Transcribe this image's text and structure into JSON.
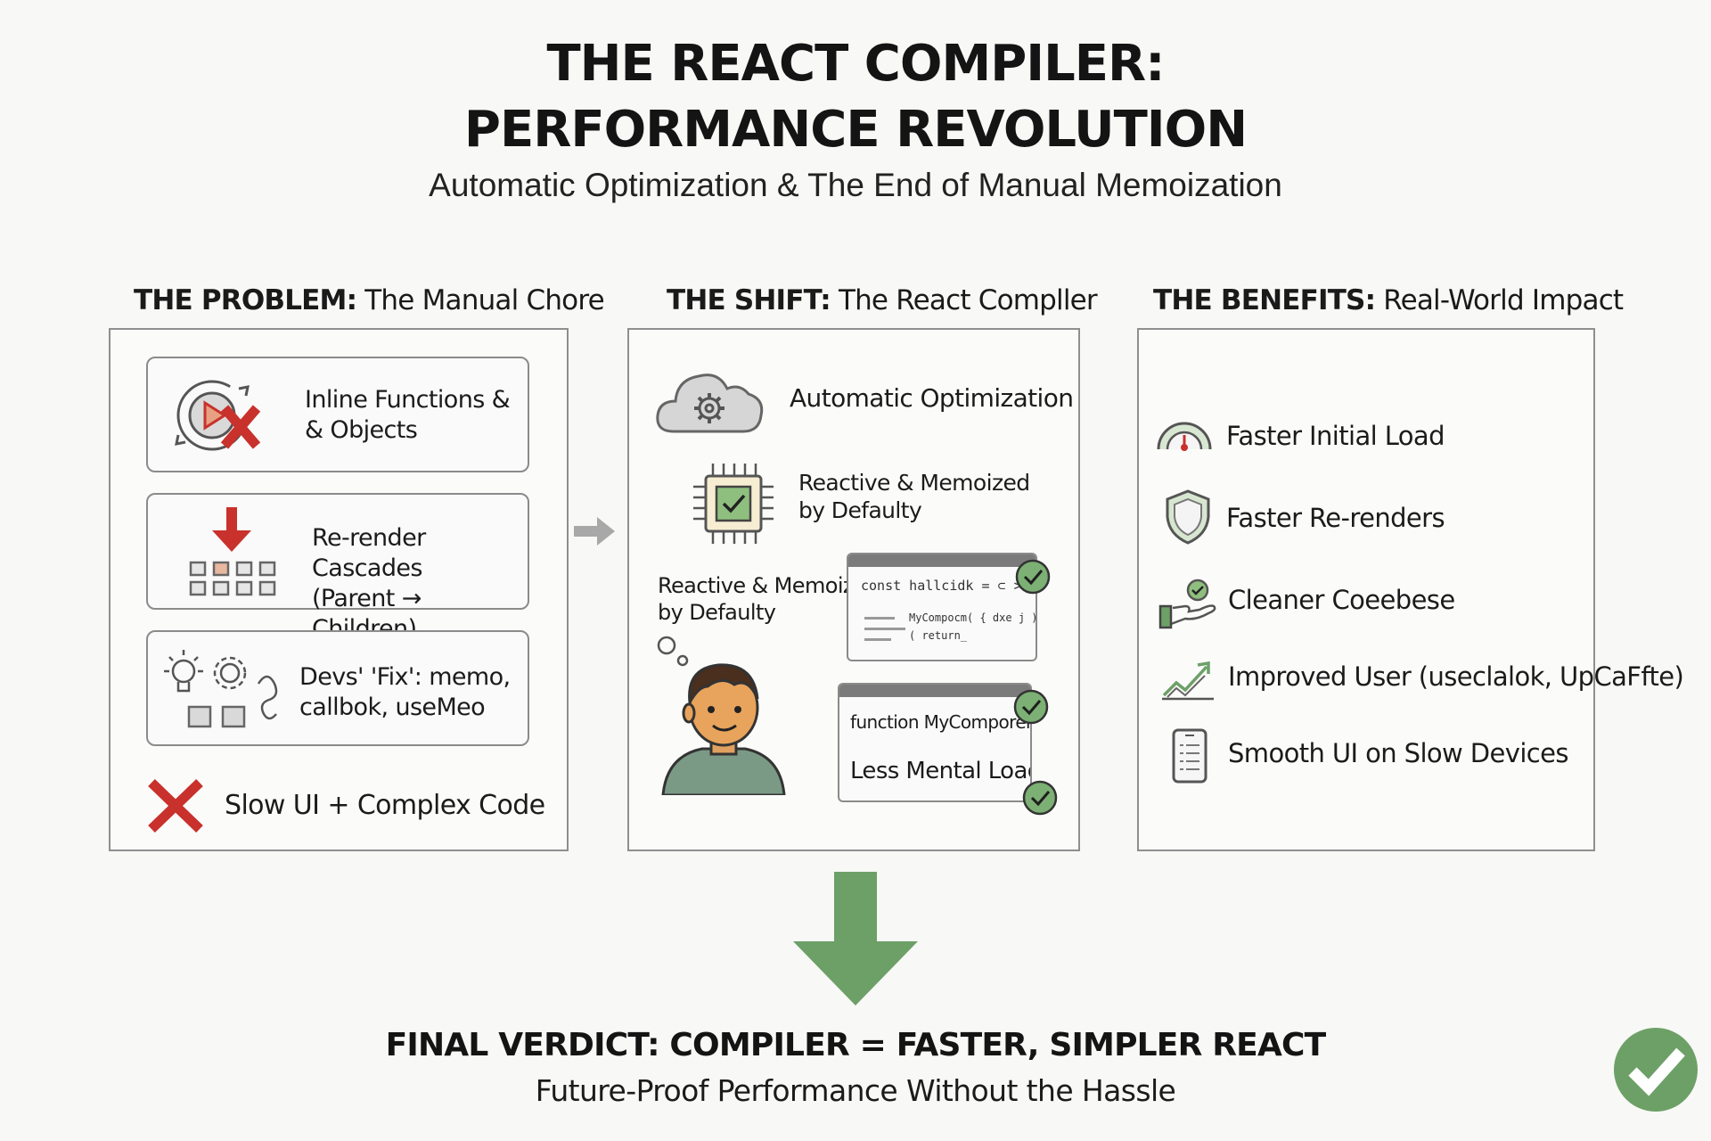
{
  "header": {
    "title_line1": "THE REACT COMPILER:",
    "title_line2": "PERFORMANCE REVOLUTION",
    "subtitle": "Automatic Optimization & The End of Manual Memoization"
  },
  "problem": {
    "heading_strong": "THE PROBLEM:",
    "heading_rest": " The Manual Chore",
    "cards": [
      {
        "line1": "Inline Functions &",
        "line2": "& Objects"
      },
      {
        "line1": "Re-render Cascades",
        "line2": "(Parent → Children)"
      },
      {
        "line1": "Devs' 'Fix': memo,",
        "line2": "callbok, useMeo"
      }
    ],
    "result": "Slow UI + Complex Code"
  },
  "shift": {
    "heading_strong": "THE SHIFT:",
    "heading_rest": " The React Compller",
    "auto_label": "Automatic Optimization",
    "chip_label_line1": "Reactive & Memoized",
    "chip_label_line2": "by Defaulty",
    "dev_label_line1": "Reactive & Memoized",
    "dev_label_line2": "by Defaulty",
    "code1_line1": "const hallcidk = ⊂ > { }",
    "code1_line2": "MyCompocm( { dxe j )",
    "code1_line3": "( return_",
    "code2_line1": "function MyComporent",
    "code2_line2": "Less Mental Load"
  },
  "benefits": {
    "heading_strong": "THE BENEFITS:",
    "heading_rest": " Real-World Impact",
    "items": [
      {
        "icon": "speedometer-icon",
        "label": "Faster Initial Load"
      },
      {
        "icon": "shield-icon",
        "label": "Faster Re-renders"
      },
      {
        "icon": "hand-check-icon",
        "label": "Cleaner Coeebese"
      },
      {
        "icon": "growth-chart-icon",
        "label": "Improved User (useclalok, UpCaFfte)"
      },
      {
        "icon": "mobile-device-icon",
        "label": "Smooth UI on Slow Devices"
      }
    ]
  },
  "verdict": {
    "title": "FINAL VERDICT: COMPILER = FASTER, SIMPLER REACT",
    "subtitle": "Future-Proof Performance Without the Hassle"
  },
  "colors": {
    "accent_red": "#c8312c",
    "accent_green": "#6da067",
    "arrow_gray": "#a8a8a8",
    "border_gray": "#8f8f8f"
  }
}
